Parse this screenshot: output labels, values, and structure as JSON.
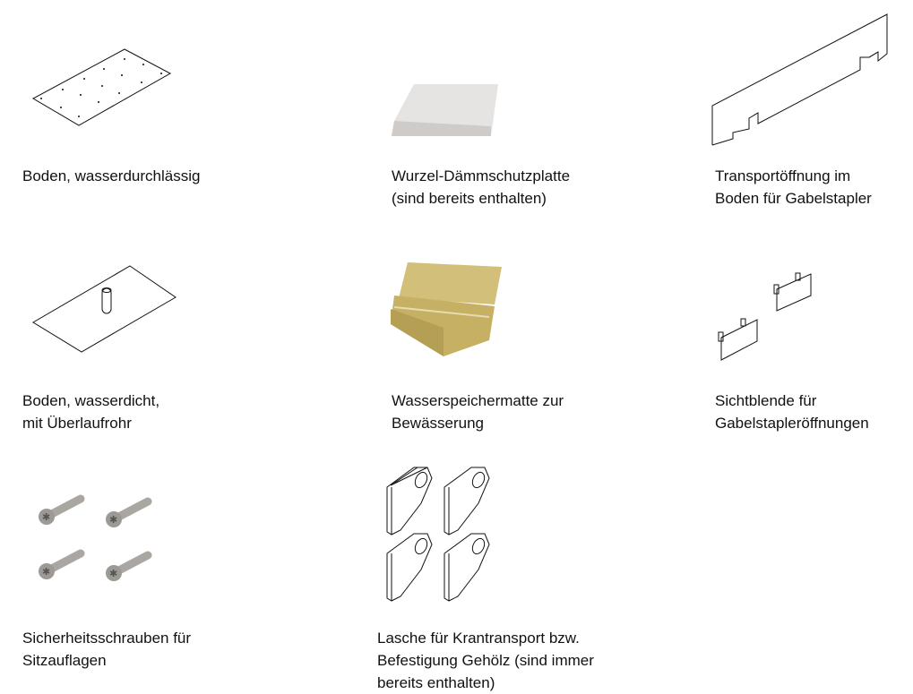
{
  "items": [
    {
      "lines": [
        "Boden, wasserdurchlässig"
      ],
      "icon": "perforated-floor-plate"
    },
    {
      "lines": [
        "Wurzel-Dämmschutzplatte",
        "(sind bereits enthalten)"
      ],
      "icon": "root-protection-board"
    },
    {
      "lines": [
        "Transportöffnung im",
        "Boden für Gabelstapler"
      ],
      "icon": "forklift-opening-floor"
    },
    {
      "lines": [
        "Boden, wasserdicht,",
        "mit Überlaufrohr"
      ],
      "icon": "waterproof-floor-overflow-pipe"
    },
    {
      "lines": [
        "Wasserspeichermatte zur",
        "Bewässerung"
      ],
      "icon": "water-storage-mat"
    },
    {
      "lines": [
        "Sichtblende für",
        "Gabelstapleröffnungen"
      ],
      "icon": "forklift-opening-cover"
    },
    {
      "lines": [
        "Sicherheitsschrauben für",
        "Sitzauflagen"
      ],
      "icon": "security-screws"
    },
    {
      "lines": [
        "Lasche für Krantransport bzw.",
        "Befestigung Gehölz (sind immer",
        "bereits enthalten)"
      ],
      "icon": "crane-lifting-tab"
    }
  ],
  "colors": {
    "mat": "#c9b46a",
    "board": "#e4e2e0",
    "screw": "#a9a6a2"
  }
}
